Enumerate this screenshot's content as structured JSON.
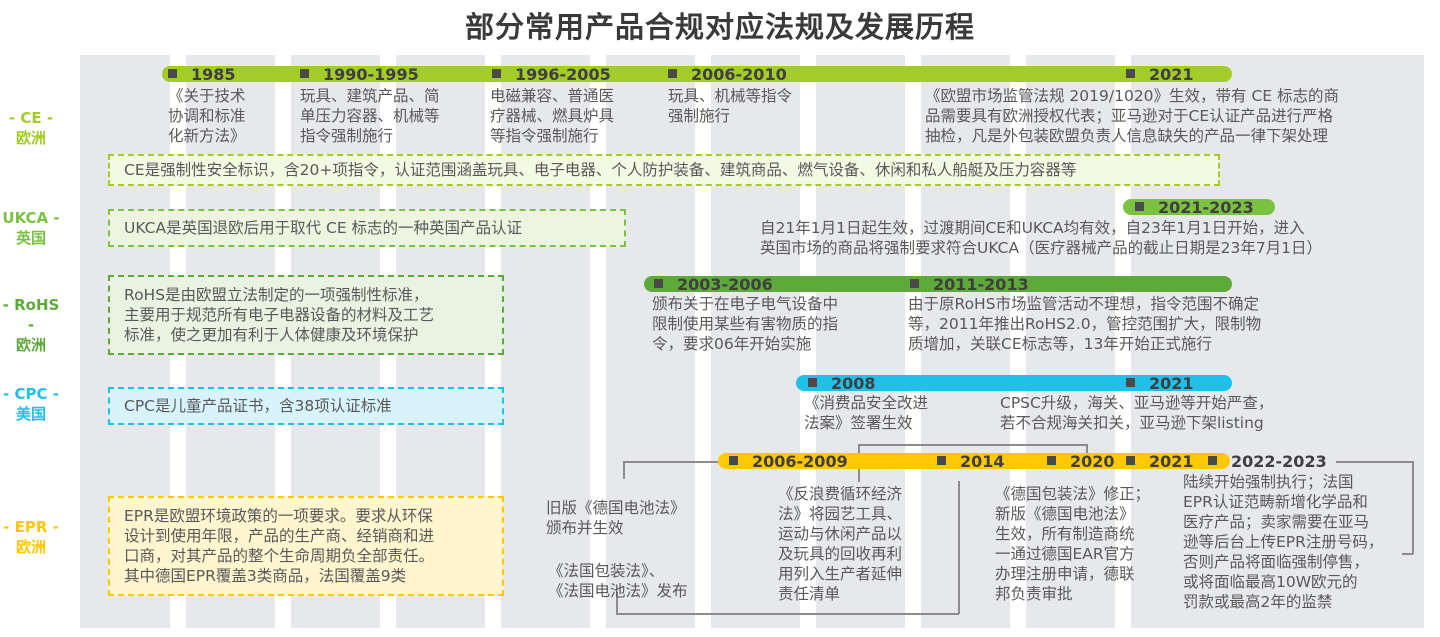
{
  "title": "部分常用产品合规对应法规及发展历程",
  "colors": {
    "ce_green": "#a3cc28",
    "rohs_green": "#5daa3a",
    "ukca_green": "#7cc242",
    "cpc_blue": "#1fc0ea",
    "epr_yellow": "#ffc800",
    "column_gray": "#e6e8ec"
  },
  "rows": {
    "ce": {
      "label_top": "- CE -",
      "label_bottom": "欧洲",
      "summary": "CE是强制性安全标识，含20+项指令，认证范围涵盖玩具、电子电器、个人防护装备、建筑商品、燃气设备、休闲和私人船艇及压力容器等",
      "milestones": [
        {
          "year": "1985",
          "text": "《关于技术\n协调和标准\n化新方法》"
        },
        {
          "year": "1990-1995",
          "text": "玩具、建筑产品、简\n单压力容器、机械等\n指令强制施行"
        },
        {
          "year": "1996-2005",
          "text": "电磁兼容、普通医\n疗器械、燃具炉具\n等指令强制施行"
        },
        {
          "year": "2006-2010",
          "text": "玩具、机械等指令\n强制施行"
        },
        {
          "year": "2021",
          "text": "《欧盟市场监管法规 2019/1020》生效，带有 CE 标志的商\n品需要具有欧洲授权代表；亚马逊对于CE认证产品进行严格\n抽检，凡是外包装欧盟负责人信息缺失的产品一律下架处理"
        }
      ]
    },
    "ukca": {
      "label_top": "UKCA -",
      "label_bottom": "英国",
      "summary": "UKCA是英国退欧后用于取代 CE 标志的一种英国产品认证",
      "milestones": [
        {
          "year": "2021-2023",
          "text": "自21年1月1日起生效，过渡期间CE和UKCA均有效，自23年1月1日开始，进入\n英国市场的商品将强制要求符合UKCA（医疗器械产品的截止日期是23年7月1日）"
        }
      ]
    },
    "rohs": {
      "label_top": "- RoHS -",
      "label_bottom": "欧洲",
      "summary": "RoHS是由欧盟立法制定的一项强制性标准，\n主要用于规范所有电子电器设备的材料及工艺\n标准，使之更加有利于人体健康及环境保护",
      "milestones": [
        {
          "year": "2003-2006",
          "text": "颁布关于在电子电气设备中\n限制使用某些有害物质的指\n令，要求06年开始实施"
        },
        {
          "year": "2011-2013",
          "text": "由于原RoHS市场监管活动不理想，指令范围不确定\n等，2011年推出RoHS2.0，管控范围扩大，限制物\n质增加，关联CE标志等，13年开始正式施行"
        }
      ]
    },
    "cpc": {
      "label_top": "- CPC -",
      "label_bottom": "美国",
      "summary": "CPC是儿童产品证书，含38项认证标准",
      "milestones": [
        {
          "year": "2008",
          "text": "《消费品安全改进\n法案》签署生效"
        },
        {
          "year": "2021",
          "text": "CPSC升级，海关、亚马逊等开始严查，\n若不合规海关扣关，亚马逊下架listing"
        }
      ]
    },
    "epr": {
      "label_top": "- EPR -",
      "label_bottom": "欧洲",
      "summary": "EPR是欧盟环境政策的一项要求。要求从环保\n设计到使用年限，产品的生产商、经销商和进\n口商，对其产品的整个生命周期负全部责任。\n其中德国EPR覆盖3类商品，法国覆盖9类",
      "milestones": [
        {
          "year": "2006-2009",
          "text_upper": "旧版《德国电池法》\n颁布并生效",
          "text_lower": "《法国包装法》、\n《法国电池法》发布"
        },
        {
          "year": "2014",
          "text": "《反浪费循环经济\n法》将园艺工具、\n运动与休闲产品以\n及玩具的回收再利\n用列入生产者延伸\n责任清单"
        },
        {
          "year": "2020",
          "text": "《德国包装法》修正；\n新版《德国电池法》\n生效，所有制造商统\n一通过德国EAR官方\n办理注册申请，德联\n邦负责审批"
        },
        {
          "year": "2021",
          "text": ""
        },
        {
          "year": "2022-2023",
          "text": "陆续开始强制执行；法国\nEPR认证范畴新增化学品和\n医疗产品；卖家需要在亚马\n逊等后台上传EPR注册号码，\n否则产品将面临强制停售，\n或将面临最高10W欧元的\n罚款或最高2年的监禁"
        }
      ]
    }
  }
}
